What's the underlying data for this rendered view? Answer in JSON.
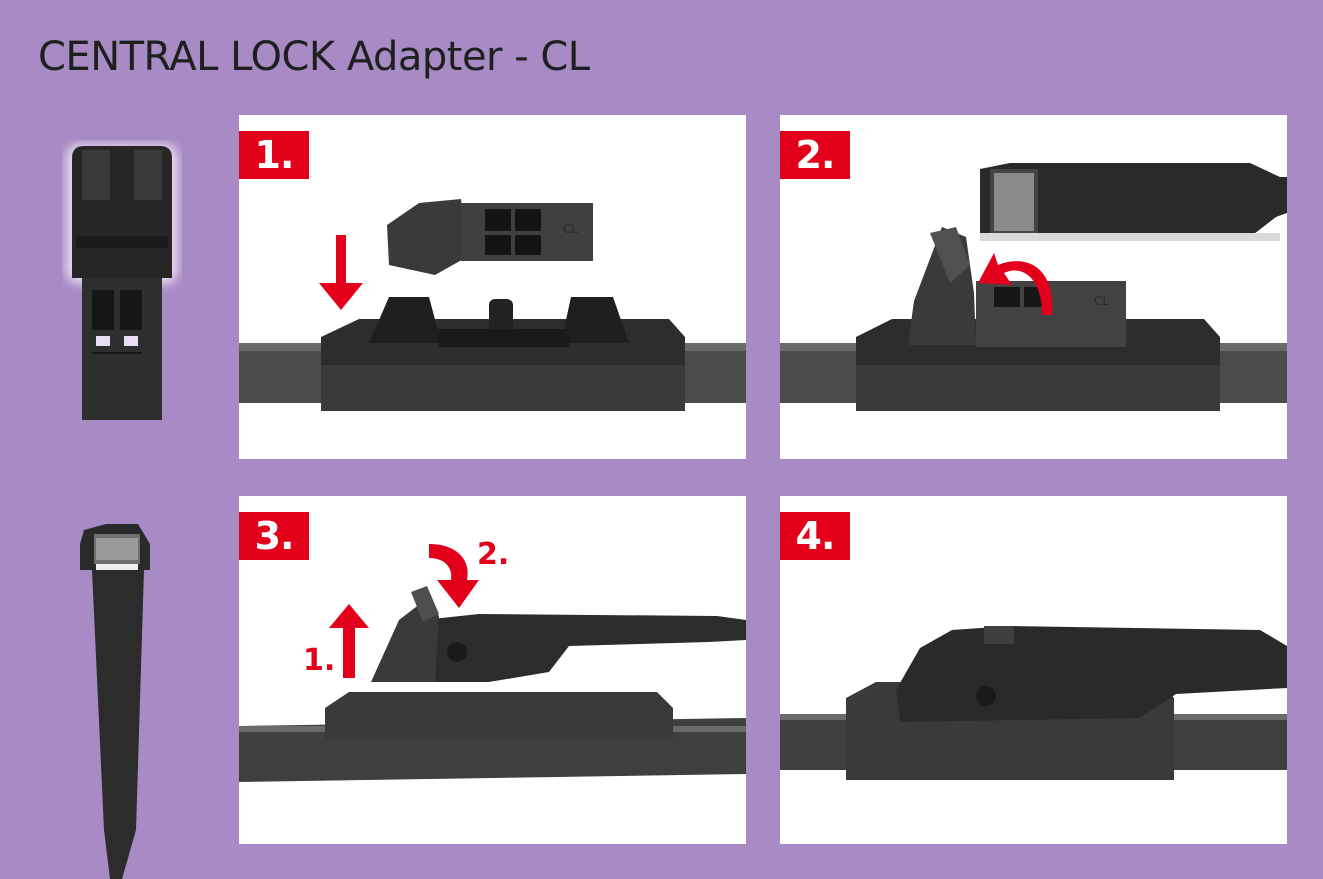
{
  "title": "CENTRAL LOCK Adapter - CL",
  "steps": [
    {
      "number": "1."
    },
    {
      "number": "2."
    },
    {
      "number": "3.",
      "sub_steps": [
        "1.",
        "2."
      ]
    },
    {
      "number": "4."
    }
  ],
  "adapter_mark": "CL",
  "colors": {
    "background": "#a88bc4",
    "accent_red": "#e2001a",
    "panel": "#ffffff",
    "part_dark": "#2e2e2e"
  }
}
